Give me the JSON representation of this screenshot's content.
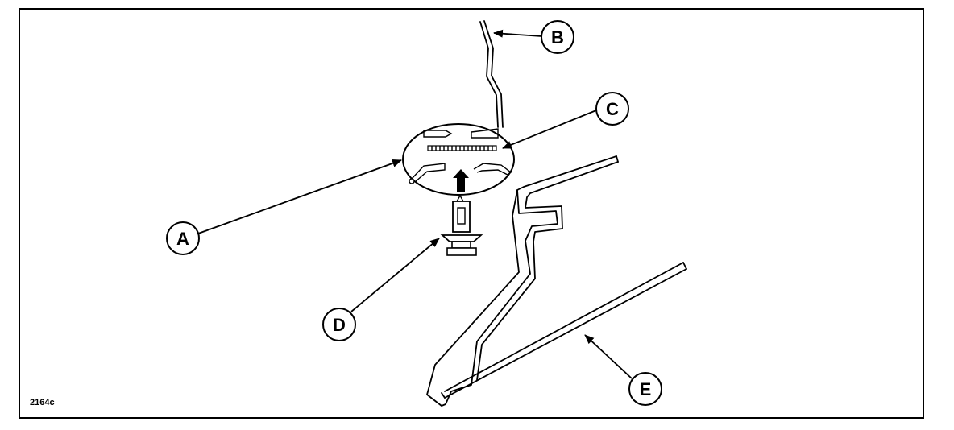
{
  "figure": {
    "code": "2164c",
    "callouts": {
      "a": "A",
      "b": "B",
      "c": "C",
      "d": "D",
      "e": "E"
    }
  }
}
